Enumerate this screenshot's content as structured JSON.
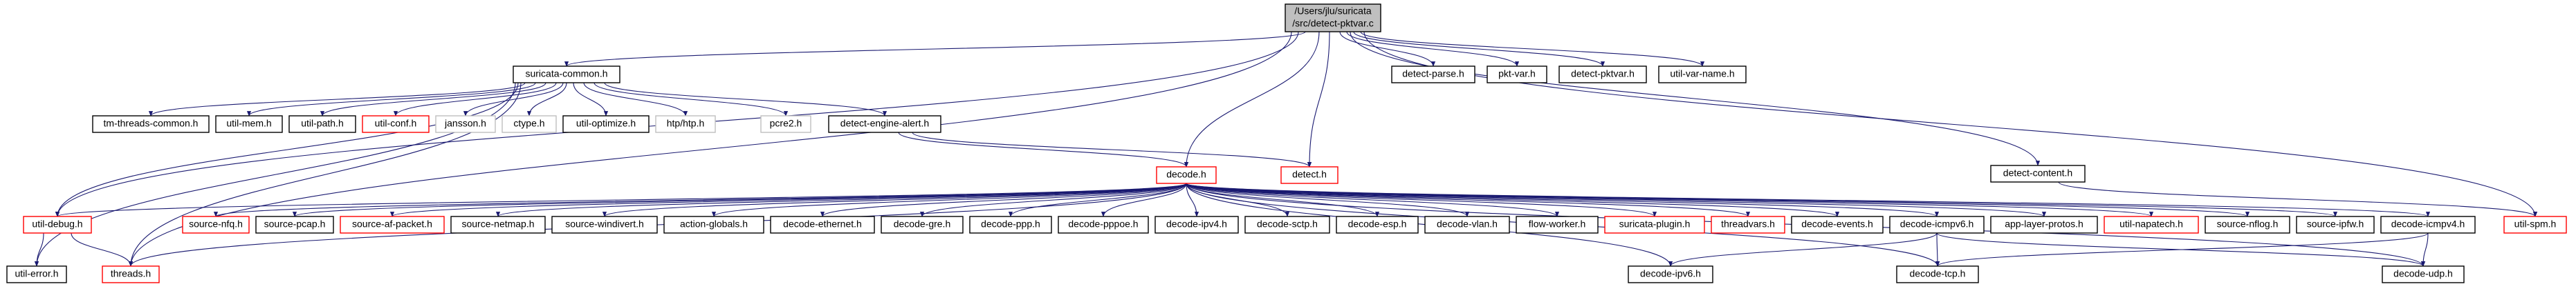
{
  "title_lines": [
    "/Users/jlu/suricata",
    "/src/detect-pktvar.c"
  ],
  "colors": {
    "root_fill": "#bfbfbf",
    "link_border": "#000000",
    "missing_border": "#ff0000",
    "external_border": "#bfbfbf",
    "edge": "#191970"
  },
  "nodes": {
    "suricata_common": "suricata-common.h",
    "detect_parse": "detect-parse.h",
    "pkt_var": "pkt-var.h",
    "detect_pktvar": "detect-pktvar.h",
    "util_var_name": "util-var-name.h",
    "tm_threads_common": "tm-threads-common.h",
    "util_mem": "util-mem.h",
    "util_path": "util-path.h",
    "util_conf": "util-conf.h",
    "jansson": "jansson.h",
    "ctype": "ctype.h",
    "util_optimize": "util-optimize.h",
    "htp": "htp/htp.h",
    "pcre2": "pcre2.h",
    "detect_engine_alert": "detect-engine-alert.h",
    "detect_content": "detect-content.h",
    "decode": "decode.h",
    "detect": "detect.h",
    "util_debug": "util-debug.h",
    "source_nfq": "source-nfq.h",
    "source_pcap": "source-pcap.h",
    "source_af_packet": "source-af-packet.h",
    "source_netmap": "source-netmap.h",
    "source_windivert": "source-windivert.h",
    "action_globals": "action-globals.h",
    "decode_ethernet": "decode-ethernet.h",
    "decode_gre": "decode-gre.h",
    "decode_ppp": "decode-ppp.h",
    "decode_pppoe": "decode-pppoe.h",
    "decode_ipv4": "decode-ipv4.h",
    "decode_sctp": "decode-sctp.h",
    "decode_esp": "decode-esp.h",
    "decode_vlan": "decode-vlan.h",
    "flow_worker": "flow-worker.h",
    "suricata_plugin": "suricata-plugin.h",
    "threadvars": "threadvars.h",
    "decode_events": "decode-events.h",
    "decode_icmpv6": "decode-icmpv6.h",
    "app_layer_protos": "app-layer-protos.h",
    "util_napatech": "util-napatech.h",
    "source_nflog": "source-nflog.h",
    "source_ipfw": "source-ipfw.h",
    "decode_icmpv4": "decode-icmpv4.h",
    "util_spm": "util-spm.h",
    "util_error": "util-error.h",
    "threads": "threads.h",
    "decode_ipv6": "decode-ipv6.h",
    "decode_tcp": "decode-tcp.h",
    "decode_udp": "decode-udp.h"
  }
}
